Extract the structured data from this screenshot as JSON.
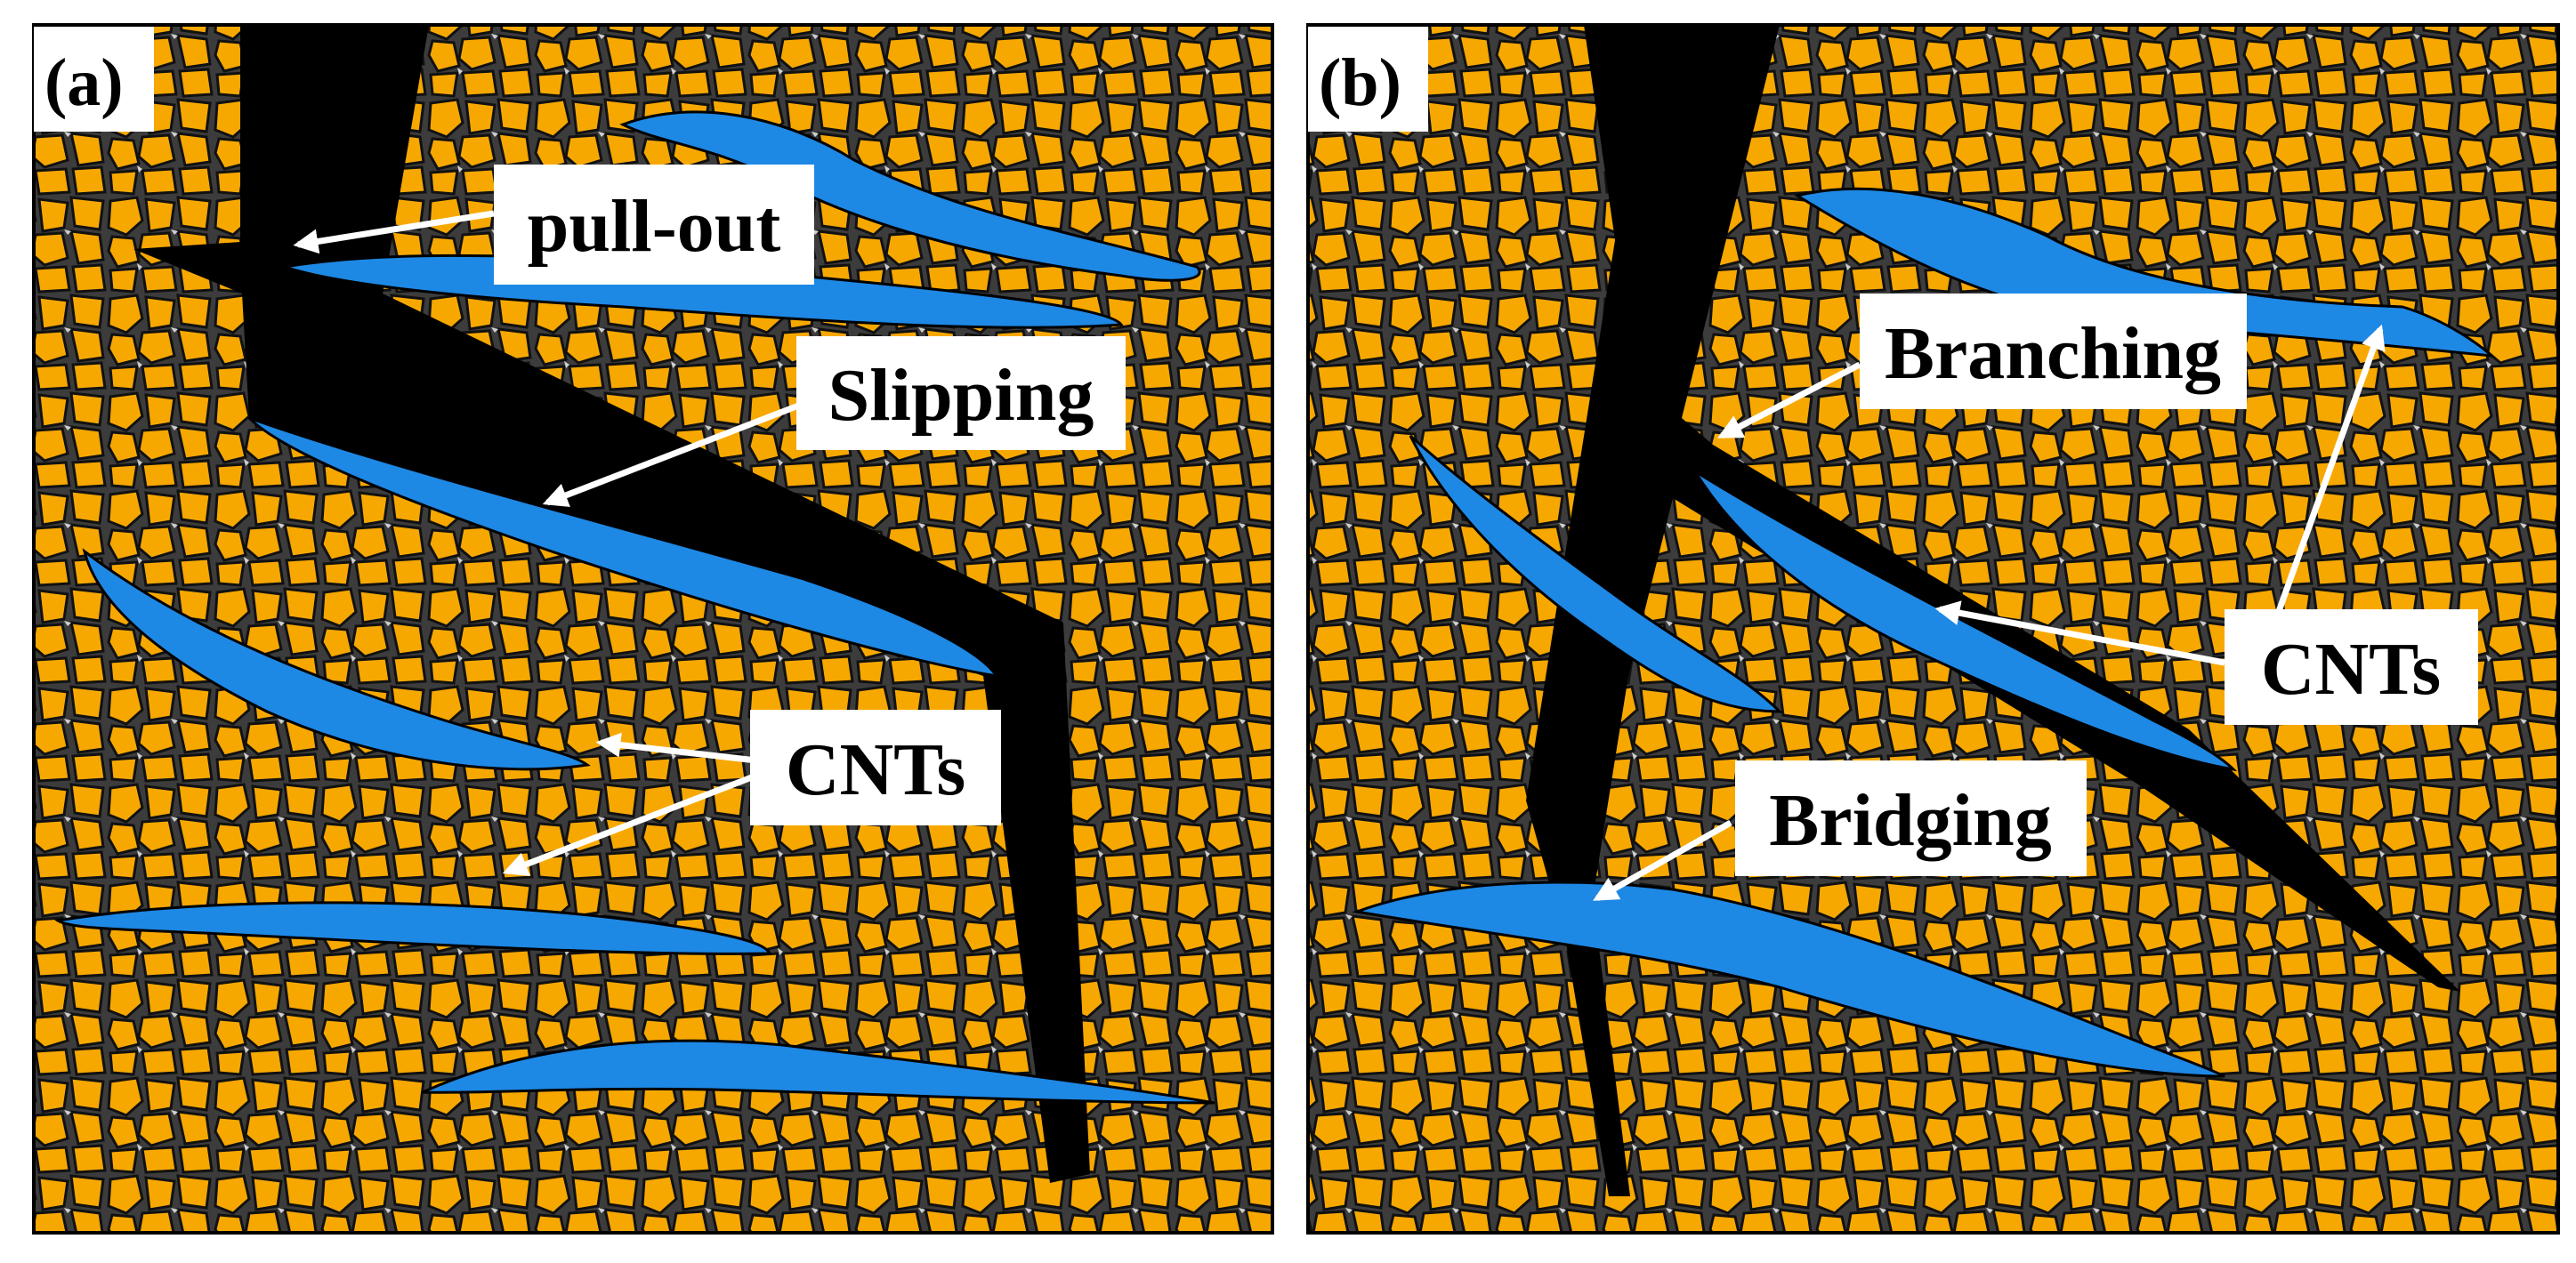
{
  "panels": [
    {
      "tag": "(a)",
      "labels": {
        "pullout": "pull-out",
        "slipping": "Slipping",
        "cnts": "CNTs"
      }
    },
    {
      "tag": "(b)",
      "labels": {
        "branching": "Branching",
        "cnts": "CNTs",
        "bridging": "Bridging"
      }
    }
  ],
  "colors": {
    "grain": "#F7A800",
    "grain_border": "#1a1a1a",
    "matrix_bg": "#4a4a4a",
    "cnt": "#1E88E5",
    "crack": "#000000",
    "arrow": "#ffffff"
  }
}
